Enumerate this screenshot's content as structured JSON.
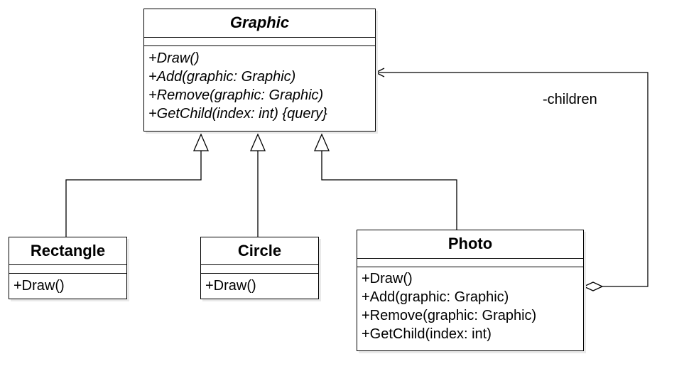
{
  "diagram": {
    "classes": {
      "graphic": {
        "name": "Graphic",
        "operations": [
          "+Draw()",
          "+Add(graphic: Graphic)",
          "+Remove(graphic: Graphic)",
          "+GetChild(index: int) {query}"
        ]
      },
      "rectangle": {
        "name": "Rectangle",
        "operations": [
          "+Draw()"
        ]
      },
      "circle": {
        "name": "Circle",
        "operations": [
          "+Draw()"
        ]
      },
      "photo": {
        "name": "Photo",
        "operations": [
          "+Draw()",
          "+Add(graphic: Graphic)",
          "+Remove(graphic: Graphic)",
          "+GetChild(index: int)"
        ]
      }
    },
    "association": {
      "role": "-children"
    },
    "colors": {
      "line": "#000000",
      "fill": "#ffffff",
      "shadow": "#e9e9e9"
    }
  }
}
